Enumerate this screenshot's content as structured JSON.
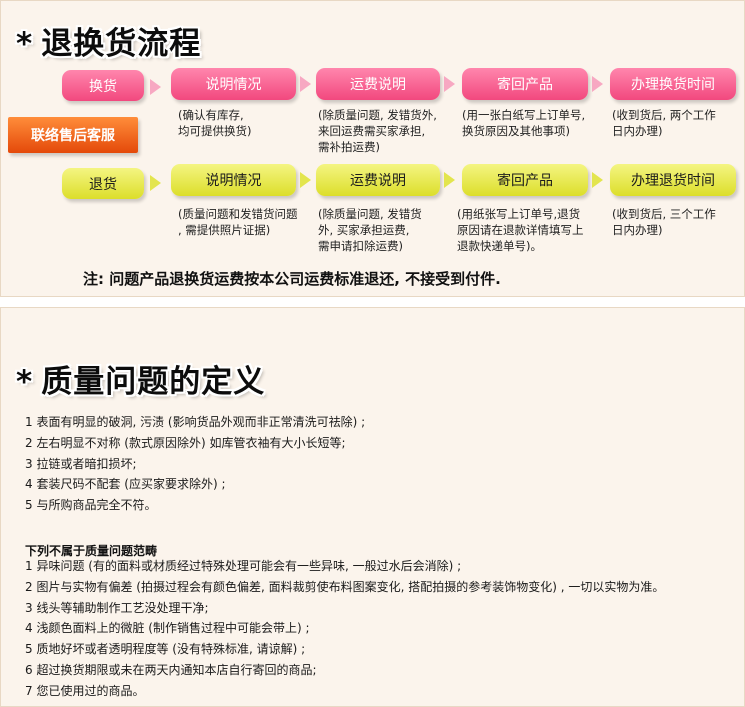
{
  "exchange_section": {
    "title": "退换货流程",
    "star": "*",
    "contact_label": "联络售后客服",
    "exchange_row": {
      "start_label": "换货",
      "steps": [
        {
          "label": "说明情况",
          "desc": [
            "(确认有库存,",
            "均可提供换货)"
          ]
        },
        {
          "label": "运费说明",
          "desc": [
            "(除质量问题, 发错货外,",
            "来回运费需买家承担,",
            "需补拍运费)"
          ]
        },
        {
          "label": "寄回产品",
          "desc": [
            "(用一张白纸写上订单号,",
            "换货原因及其他事项)"
          ]
        },
        {
          "label": "办理换货时间",
          "desc": [
            "(收到货后, 两个工作",
            "日内办理)"
          ]
        }
      ]
    },
    "return_row": {
      "start_label": "退货",
      "steps": [
        {
          "label": "说明情况",
          "desc": [
            "(质量问题和发错货问题",
            ", 需提供照片证据)"
          ]
        },
        {
          "label": "运费说明",
          "desc": [
            "(除质量问题, 发错货",
            "外, 买家承担运费,",
            "需申请扣除运费)"
          ]
        },
        {
          "label": "寄回产品",
          "desc": [
            "(用纸张写上订单号,退货",
            "原因请在退款详情填写上",
            "退款快递单号)。"
          ]
        },
        {
          "label": "办理退货时间",
          "desc": [
            "(收到货后, 三个工作",
            "日内办理)"
          ]
        }
      ]
    },
    "note": "注:  问题产品退换货运费按本公司运费标准退还,  不接受到付件."
  },
  "quality_section": {
    "star": "*",
    "title": "质量问题的定义",
    "items": [
      "1 表面有明显的破洞, 污渍 (影响货品外观而非正常清洗可祛除) ;",
      "2 左右明显不对称 (款式原因除外) 如库管衣袖有大小长短等;",
      "3 拉链或者暗扣损坏;",
      "4 套装尺码不配套 (应买家要求除外) ;",
      "5 与所购商品完全不符。"
    ],
    "exclusion_title": "下列不属于质量问题范畴",
    "exclusions": [
      "1 异味问题 (有的面料或材质经过特殊处理可能会有一些异味, 一般过水后会消除) ;",
      "2 图片与实物有偏差 (拍摄过程会有颜色偏差, 面料裁剪使布料图案变化, 搭配拍摄的参考装饰物变化) , 一切以实物为准。",
      "3 线头等辅助制作工艺没处理干净;",
      "4  浅颜色面料上的微脏 (制作销售过程中可能会带上) ;",
      "5 质地好坏或者透明程度等 (没有特殊标准, 请谅解) ;",
      "6 超过换货期限或未在两天内通知本店自行寄回的商品;",
      "7 您已使用过的商品。"
    ]
  },
  "colors": {
    "exchange_row": "#f2487e",
    "return_row": "#dcde2a",
    "contact": "#e4490a",
    "panel_bg": "#fbf4ec"
  }
}
